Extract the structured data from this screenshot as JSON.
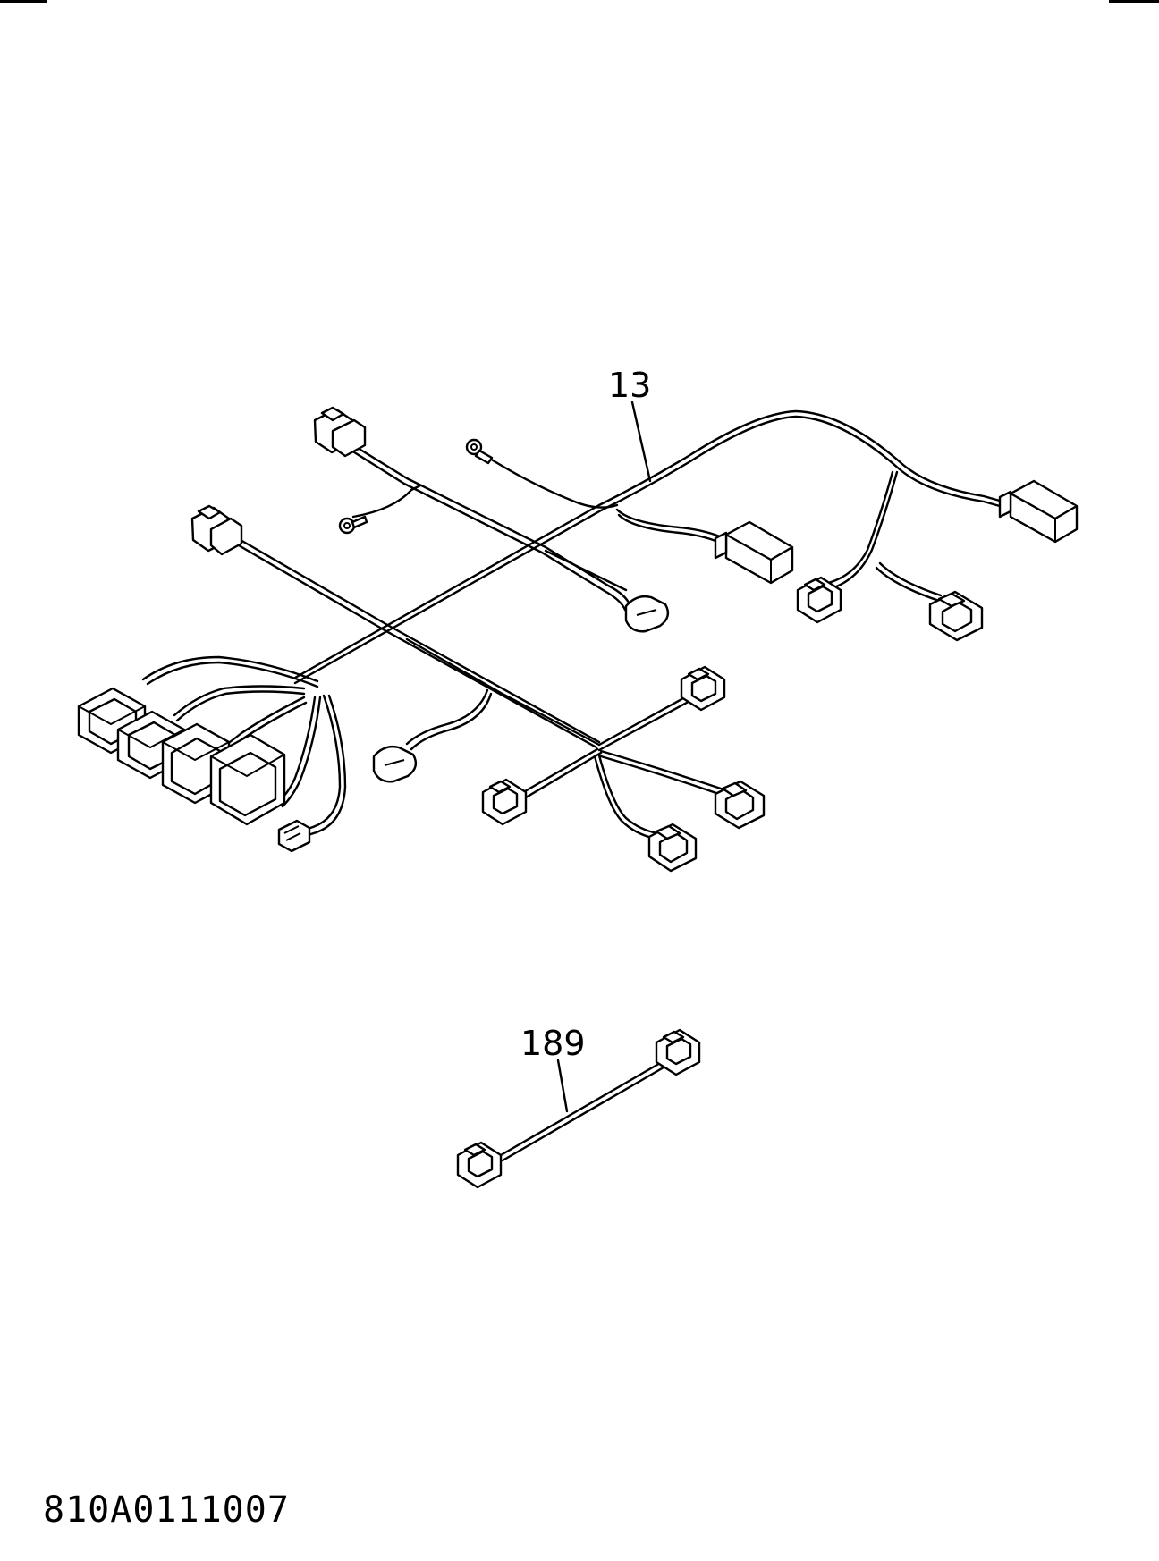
{
  "diagram": {
    "callouts": {
      "harness_main": "13",
      "harness_sub": "189"
    },
    "drawing_code": "810A0111007"
  }
}
